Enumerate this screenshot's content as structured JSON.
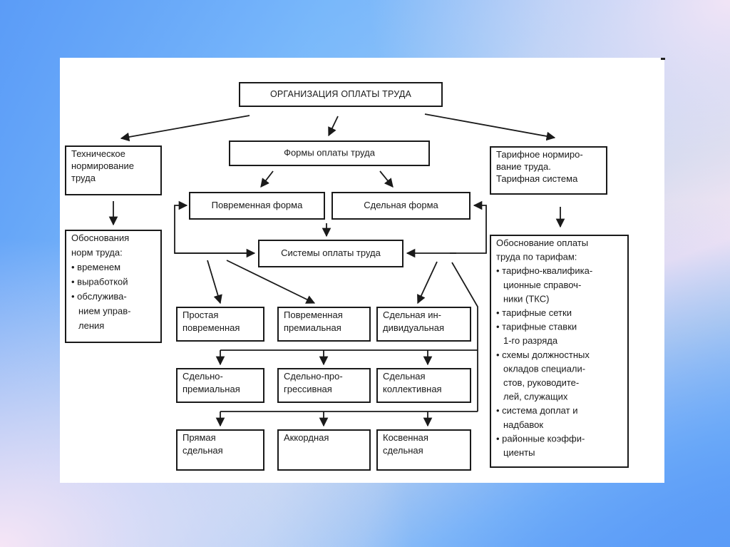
{
  "slide": {
    "background_colors": [
      "#5b9cf7",
      "#7dbcfb",
      "#fbe8f4"
    ],
    "panel_color": "#ffffff",
    "line_color": "#1a1a1a"
  },
  "diagram": {
    "root": {
      "id": "root",
      "lines": [
        "ОРГАНИЗАЦИЯ ОПЛАТЫ ТРУДА"
      ]
    },
    "left_branch": {
      "title": {
        "id": "tech",
        "lines": [
          "Техническое",
          "нормирование",
          "труда"
        ]
      },
      "details": {
        "id": "tech-details",
        "lines": [
          "Обоснования",
          "норм труда:",
          "• временем",
          "• выработкой",
          "• обслужива-",
          "  нием управ-",
          "  ления"
        ]
      }
    },
    "center_branch": {
      "title": {
        "id": "forms",
        "lines": [
          "Формы оплаты труда"
        ]
      },
      "time_form": {
        "id": "time-form",
        "lines": [
          "Повременная форма"
        ]
      },
      "piece_form": {
        "id": "piece-form",
        "lines": [
          "Сдельная форма"
        ]
      },
      "systems": {
        "id": "systems",
        "lines": [
          "Системы оплаты труда"
        ]
      },
      "row1": [
        {
          "id": "simple-time",
          "lines": [
            "Простая",
            "повременная"
          ]
        },
        {
          "id": "time-bonus",
          "lines": [
            "Повременная",
            "премиальная"
          ]
        },
        {
          "id": "piece-individual",
          "lines": [
            "Сдельная ин-",
            "дивидуальная"
          ]
        }
      ],
      "row2": [
        {
          "id": "piece-bonus",
          "lines": [
            "Сдельно-",
            "премиальная"
          ]
        },
        {
          "id": "piece-progressive",
          "lines": [
            "Сдельно-про-",
            "грессивная"
          ]
        },
        {
          "id": "piece-collective",
          "lines": [
            "Сдельная",
            "коллективная"
          ]
        }
      ],
      "row3": [
        {
          "id": "direct-piece",
          "lines": [
            "Прямая",
            "сдельная"
          ]
        },
        {
          "id": "lump-sum",
          "lines": [
            "Аккордная"
          ]
        },
        {
          "id": "indirect-piece",
          "lines": [
            "Косвенная",
            "сдельная"
          ]
        }
      ]
    },
    "right_branch": {
      "title": {
        "id": "tariff",
        "lines": [
          "Тарифное нормиро-",
          "вание труда.",
          "Тарифная система"
        ]
      },
      "details": {
        "id": "tariff-details",
        "lines": [
          "Обоснование оплаты",
          "труда по тарифам:",
          "• тарифно-квалифика-",
          "  ционные справоч-",
          "  ники (ТКС)",
          "• тарифные сетки",
          "• тарифные ставки",
          "  1-го разряда",
          "• схемы должностных",
          "  окладов специали-",
          "  стов, руководите-",
          "  лей, служащих",
          "• система доплат и",
          "  надбавок",
          "• районные коэффи-",
          "  циенты"
        ]
      }
    }
  }
}
